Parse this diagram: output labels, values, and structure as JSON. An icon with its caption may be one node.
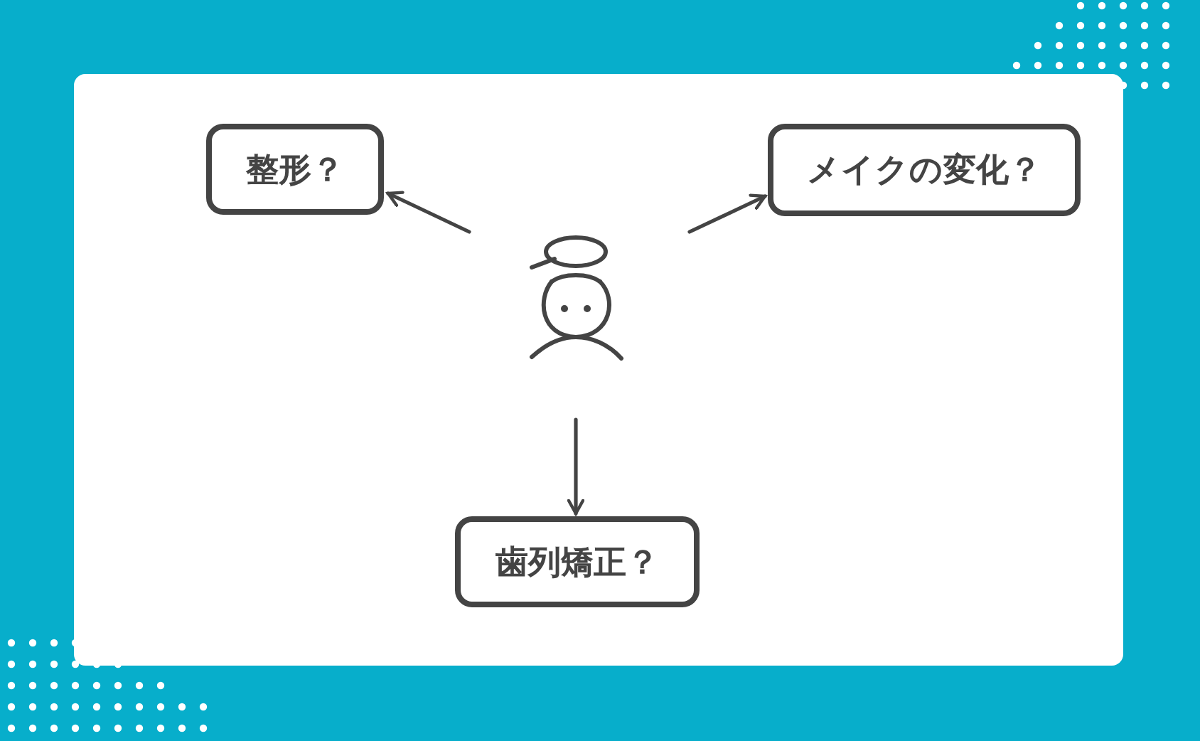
{
  "diagram": {
    "nodes": [
      {
        "text": [],
        "shape": "person"
      },
      {
        "text": [
          "整形？"
        ]
      },
      {
        "text": [
          "メイクの変化？"
        ]
      },
      {
        "text": [
          "歯列矯正？"
        ]
      }
    ],
    "edges": [
      {
        "from": 0,
        "to": 1,
        "arrow": "to"
      },
      {
        "from": 0,
        "to": 2,
        "arrow": "to"
      },
      {
        "from": 0,
        "to": 3,
        "arrow": "to"
      }
    ]
  }
}
